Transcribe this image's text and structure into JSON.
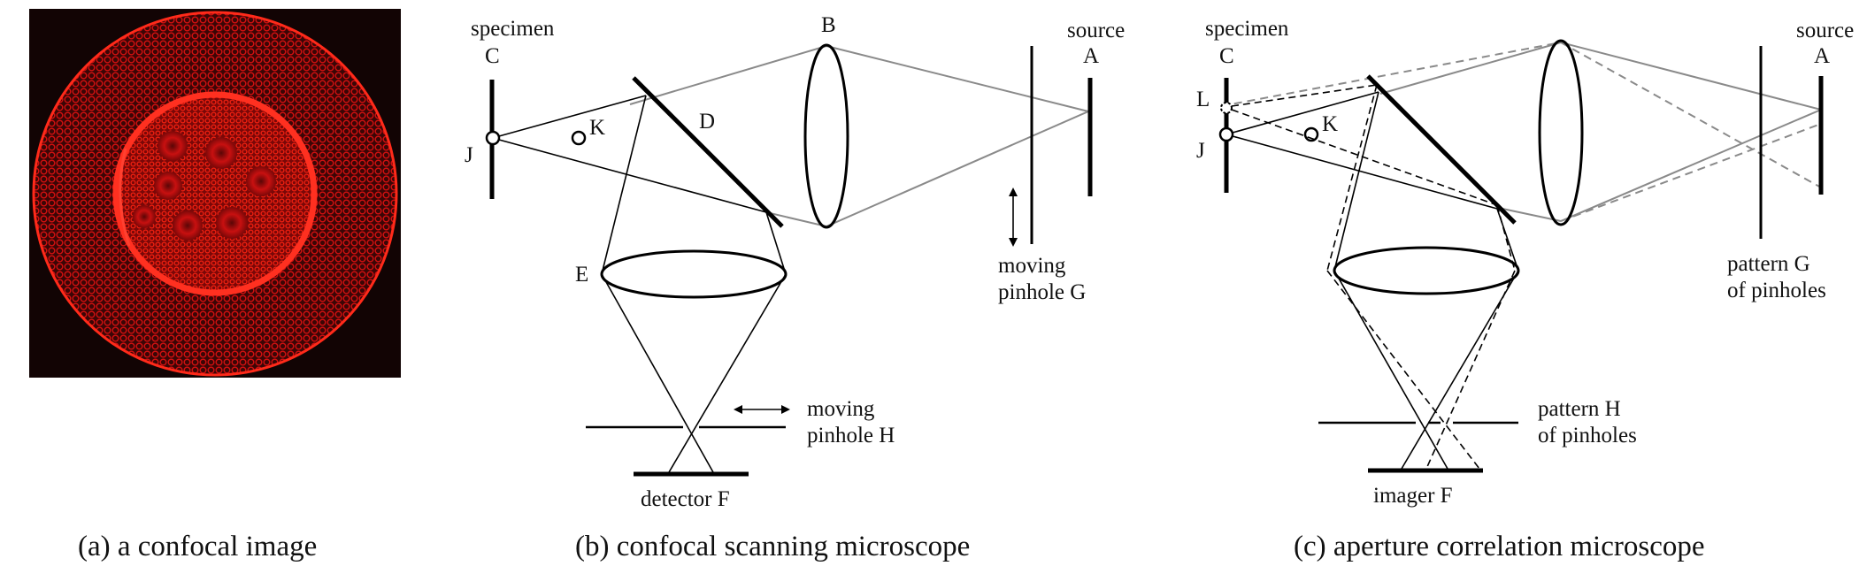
{
  "panel_a": {
    "caption": "(a) a confocal image",
    "colors": {
      "background": "#150505",
      "cells": "#e01010",
      "bright": "#ff2a1a"
    }
  },
  "panel_b": {
    "caption": "(b) confocal scanning microscope",
    "labels": {
      "specimen": "specimen",
      "C": "C",
      "J": "J",
      "K": "K",
      "D": "D",
      "B": "B",
      "source": "source",
      "A": "A",
      "moving_pinhole_g_1": "moving",
      "moving_pinhole_g_2": "pinhole G",
      "E": "E",
      "moving_pinhole_h_1": "moving",
      "moving_pinhole_h_2": "pinhole H",
      "detector": "detector F"
    }
  },
  "panel_c": {
    "caption": "(c) aperture correlation microscope",
    "labels": {
      "specimen": "specimen",
      "C": "C",
      "L": "L",
      "J": "J",
      "K": "K",
      "source": "source",
      "A": "A",
      "pattern_g_1": "pattern G",
      "pattern_g_2": "of pinholes",
      "pattern_h_1": "pattern H",
      "pattern_h_2": "of pinholes",
      "imager": "imager F"
    }
  }
}
